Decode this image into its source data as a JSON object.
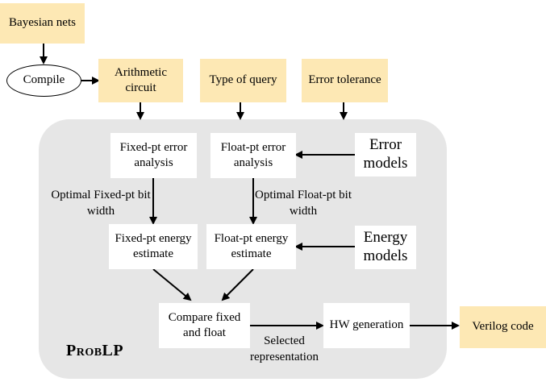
{
  "inputs": {
    "bayesian_nets": "Bayesian nets",
    "compile": "Compile",
    "arithmetic_circuit": "Arithmetic circuit",
    "type_of_query": "Type of query",
    "error_tolerance": "Error tolerance"
  },
  "panel": {
    "title": "ProbLP",
    "fixed_error": "Fixed-pt error analysis",
    "float_error": "Float-pt error analysis",
    "error_models": "Error models",
    "optimal_fixed": "Optimal Fixed-pt bit width",
    "optimal_float": "Optimal Float-pt bit width",
    "fixed_energy": "Fixed-pt energy estimate",
    "float_energy": "Float-pt energy estimate",
    "energy_models": "Energy models",
    "compare": "Compare fixed and float",
    "hw_generation": "HW generation",
    "selected_repr": "Selected representation"
  },
  "outputs": {
    "verilog": "Verilog code"
  },
  "colors": {
    "input_fill": "#fde8b4",
    "panel_fill": "#e6e6e6",
    "box_fill": "#ffffff",
    "arrow": "#000000"
  }
}
